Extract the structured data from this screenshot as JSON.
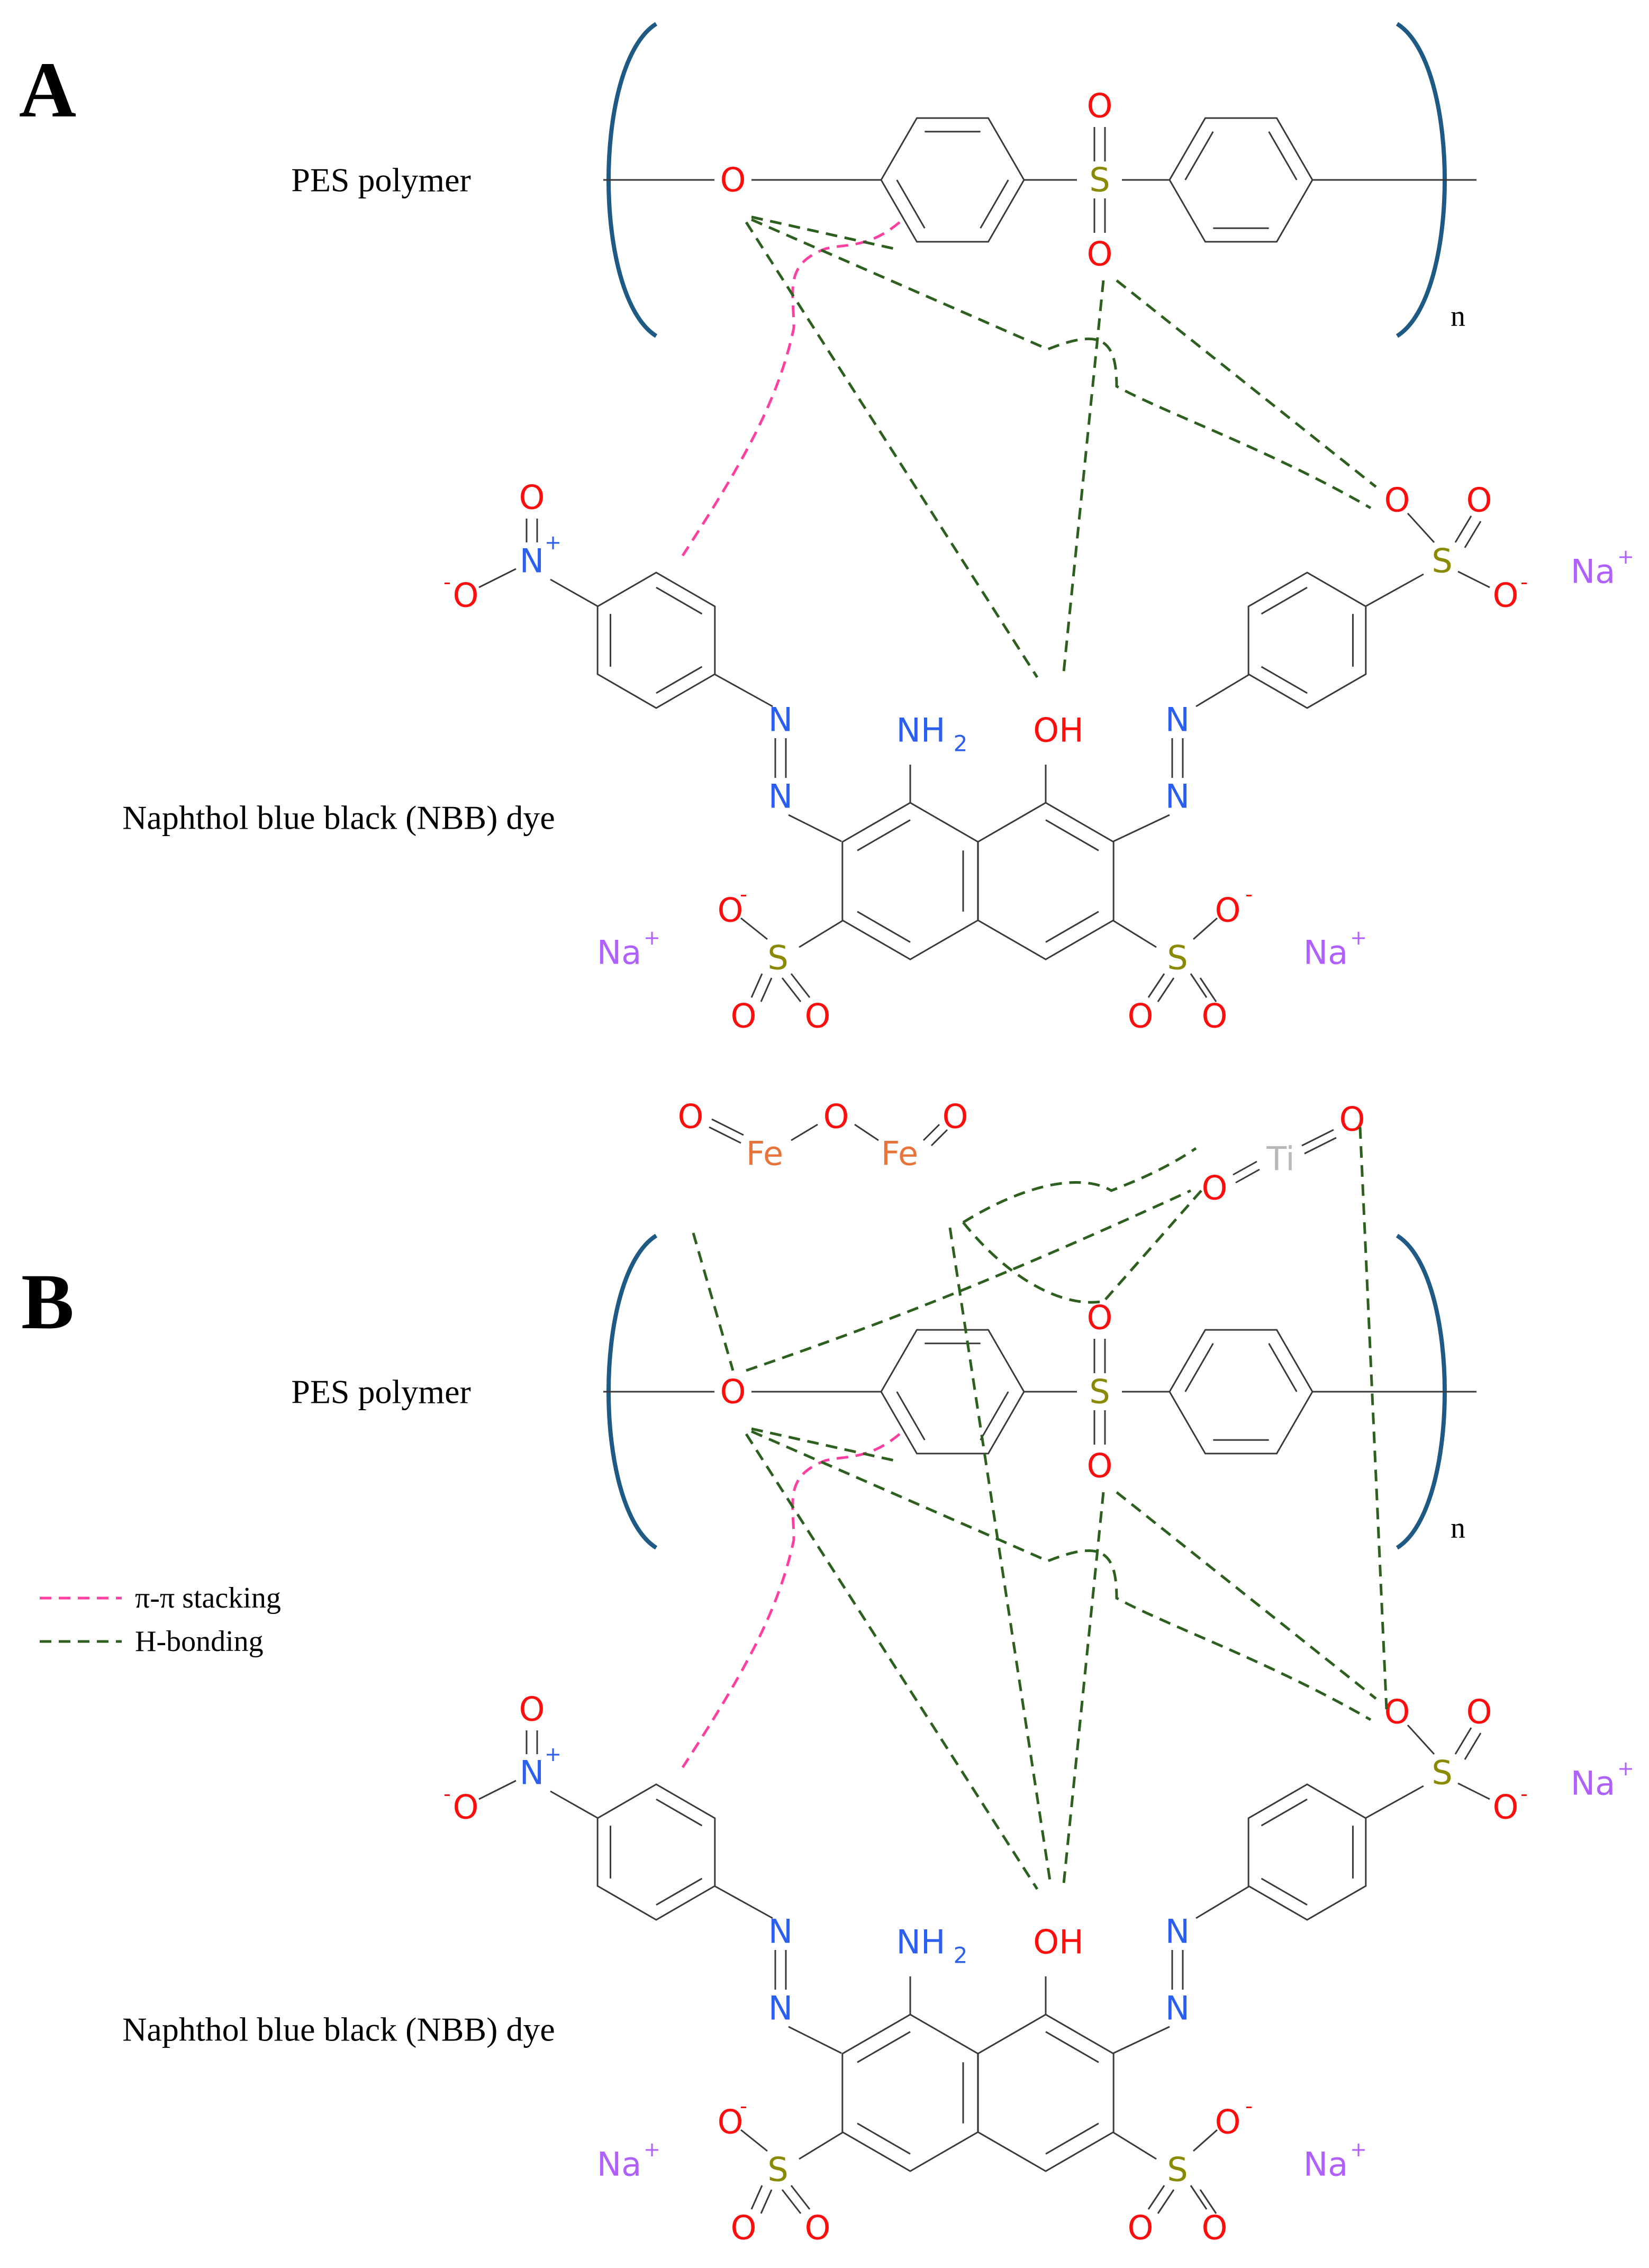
{
  "panels": [
    {
      "label": "A",
      "polymer_label": "PES polymer",
      "repeat_subscript": "n",
      "dye_label": "Naphthol blue black (NBB) dye"
    },
    {
      "label": "B",
      "polymer_label": "PES polymer",
      "repeat_subscript": "n",
      "dye_label": "Naphthol blue black (NBB) dye"
    }
  ],
  "legend": {
    "items": [
      {
        "label": "π-π stacking",
        "color": "#ff3fa0"
      },
      {
        "label": "H-bonding",
        "color": "#2d5f1e"
      }
    ]
  },
  "atoms": {
    "oxygen": "O",
    "sulfur": "S",
    "nitrogen": "N",
    "amine": "NH",
    "amine_sub": "2",
    "hydroxyl": "OH",
    "sodium": "Na",
    "iron": "Fe",
    "titanium": "Ti",
    "plus": "+",
    "minus": "-"
  },
  "colors": {
    "oxygen": "#ff0d0d",
    "sulfur": "#8a8a00",
    "nitrogen": "#2a5ff0",
    "sodium": "#b060ff",
    "iron": "#e8743b",
    "titanium": "#b8b8b8",
    "bracket": "#1f5a85",
    "pi_stacking": "#ff3fa0",
    "h_bonding": "#2d5f1e"
  }
}
